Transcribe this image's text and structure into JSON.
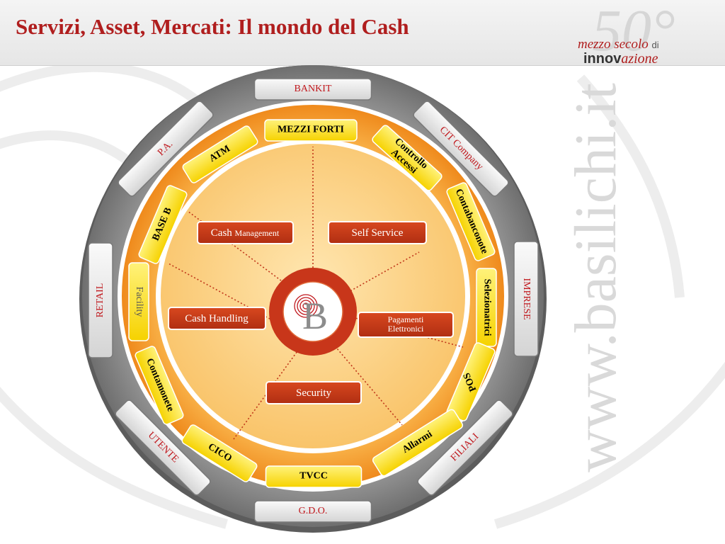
{
  "title": "Servizi, Asset, Mercati: Il mondo del Cash",
  "logo": {
    "number": "50°",
    "line1_a": "mezzo secolo",
    "line1_b": "di",
    "line2_a": "innov",
    "line2_b": "azione"
  },
  "watermark": "www.basilichi.it",
  "center": {
    "letter": "B"
  },
  "outer_ring": [
    "BANKIT",
    "CIT Company",
    "IMPRESE",
    "FILIALI",
    "G.D.O.",
    "UTENTE",
    "RETAIL",
    "P.A."
  ],
  "middle_ring": [
    "MEZZI FORTI",
    "Controllo Accessi",
    "Contabanconote",
    "Selezionatrici",
    "POS",
    "Allarmi",
    "TVCC",
    "CICO",
    "Contamonete",
    "Facility",
    "BASE B",
    "ATM"
  ],
  "services": {
    "cash_management_a": "Cash",
    "cash_management_b": "Management",
    "self_service": "Self Service",
    "cash_handling": "Cash Handling",
    "pagamenti_elettronici_a": "Pagamenti",
    "pagamenti_elettronici_b": "Elettronici",
    "security": "Security"
  },
  "colors": {
    "title": "#b01e1e",
    "grey_ring": "#a9a9a9",
    "orange_ring": "#f7a93c",
    "inner_circle": "#fdd48c",
    "yellow_box": "#ffe000",
    "red_box": "#c0361a"
  }
}
